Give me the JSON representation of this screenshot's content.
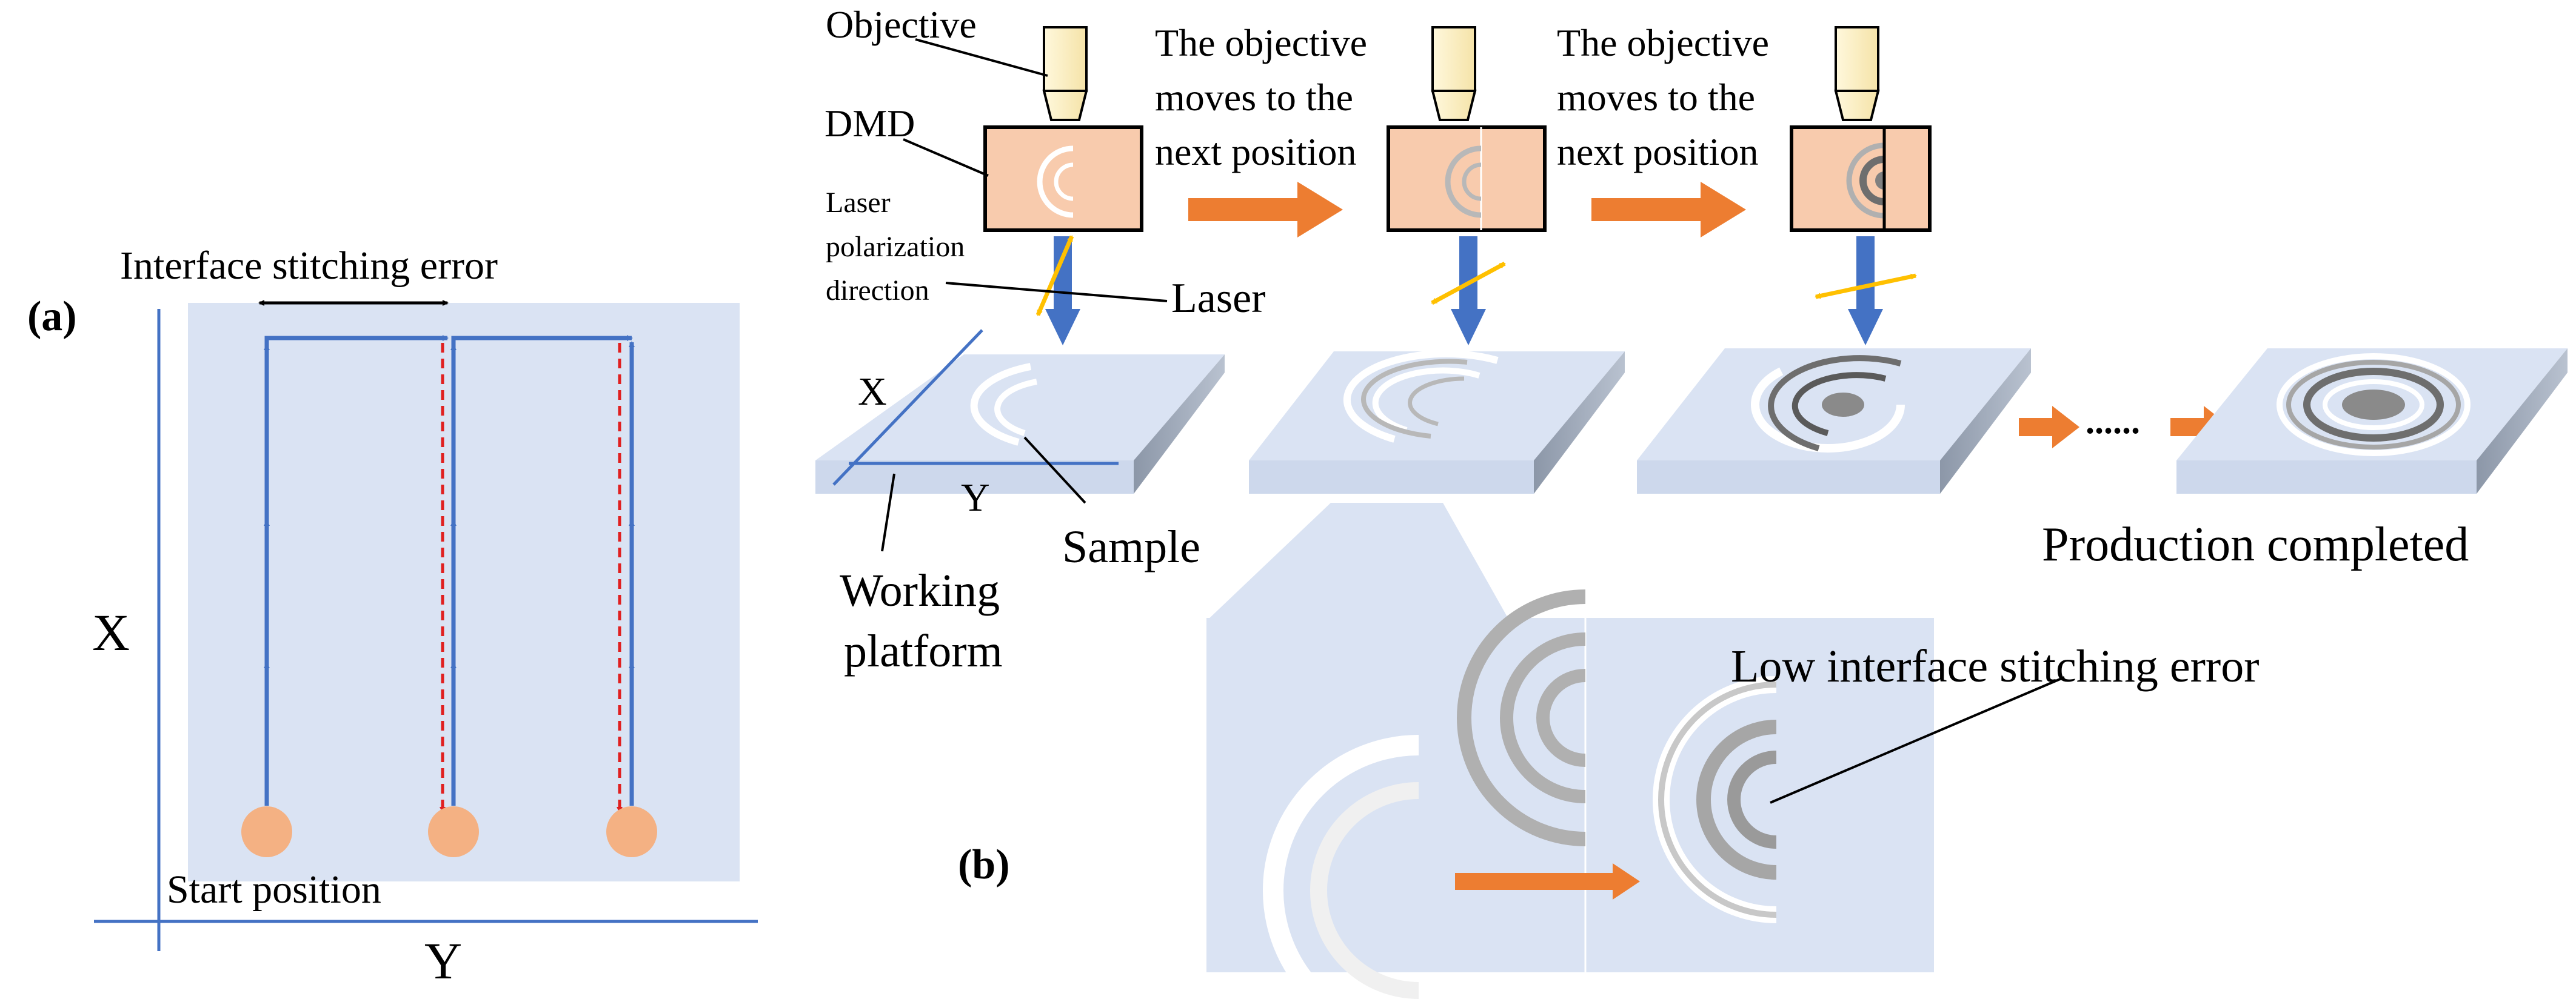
{
  "panel_a": {
    "label": "(a)",
    "stitching_error_label": "Interface stitching error",
    "x_axis_label": "X",
    "y_axis_label": "Y",
    "start_label": "Start position"
  },
  "panel_b": {
    "label": "(b)",
    "objective_label": "Objective",
    "dmd_label": "DMD",
    "polarization_label": [
      "Laser",
      "polarization",
      "direction"
    ],
    "laser_label": "Laser",
    "move_label_1": [
      "The objective",
      "moves to the",
      "next position"
    ],
    "move_label_2": [
      "The objective",
      "moves to the",
      "next position"
    ],
    "x_axis_label": "X",
    "y_axis_label": "Y",
    "sample_label": "Sample",
    "platform_label": [
      "Working",
      "platform"
    ],
    "ellipsis": "......",
    "completed_label": "Production completed",
    "low_error_label": "Low interface stitching error"
  },
  "colors": {
    "panel_bg": "#dae3f3",
    "axis_blue": "#4472c4",
    "arrow_red": "#e02020",
    "start_dot": "#f4b183",
    "dmd_fill": "#f8cbad",
    "objective_fill": "#fff2cc",
    "orange_arrow": "#ed7d31",
    "polarization": "#ffc000",
    "ring_gray": "#a6a6a6",
    "ring_white": "#ffffff"
  }
}
